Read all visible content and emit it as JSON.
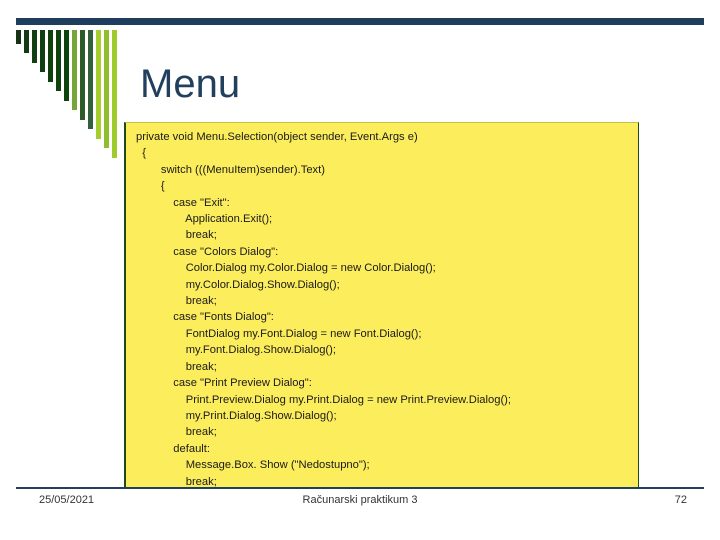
{
  "slide": {
    "title": "Menu",
    "accent_navy": "#22405e",
    "code_bg": "#fced5c",
    "code_border": "#204a18"
  },
  "decor": {
    "name": "cascading-green-bars",
    "bars": [
      {
        "color": "#163314",
        "height": 14
      },
      {
        "color": "#153a13",
        "height": 23
      },
      {
        "color": "#133f12",
        "height": 33
      },
      {
        "color": "#123f11",
        "height": 42
      },
      {
        "color": "#11400f",
        "height": 52
      },
      {
        "color": "#10420e",
        "height": 61
      },
      {
        "color": "#0f430d",
        "height": 71
      },
      {
        "color": "#76a63a",
        "height": 80
      },
      {
        "color": "#2e5a2a",
        "height": 90
      },
      {
        "color": "#33603a",
        "height": 99
      },
      {
        "color": "#a4ce2b",
        "height": 109
      },
      {
        "color": "#8fbf2e",
        "height": 118
      },
      {
        "color": "#9fcb2c",
        "height": 128
      }
    ]
  },
  "code": {
    "language": "csharp",
    "lines": [
      "private void Menu.Selection(object sender, Event.Args e)",
      "  {",
      "        switch (((MenuItem)sender).Text)",
      "        {",
      "            case \"Exit\":",
      "                Application.Exit();",
      "                break;",
      "            case \"Colors Dialog\":",
      "                Color.Dialog my.Color.Dialog = new Color.Dialog();",
      "                my.Color.Dialog.Show.Dialog();",
      "                break;",
      "            case \"Fonts Dialog\":",
      "                FontDialog my.Font.Dialog = new Font.Dialog();",
      "                my.Font.Dialog.Show.Dialog();",
      "                break;",
      "            case \"Print Preview Dialog\":",
      "                Print.Preview.Dialog my.Print.Dialog = new Print.Preview.Dialog();",
      "                my.Print.Dialog.Show.Dialog();",
      "                break;",
      "            default:",
      "                Message.Box. Show (\"Nedostupno\");",
      "                break;",
      "        }",
      "  }"
    ]
  },
  "footer": {
    "date": "25/05/2021",
    "center": "Računarski praktikum 3",
    "page": "72"
  }
}
